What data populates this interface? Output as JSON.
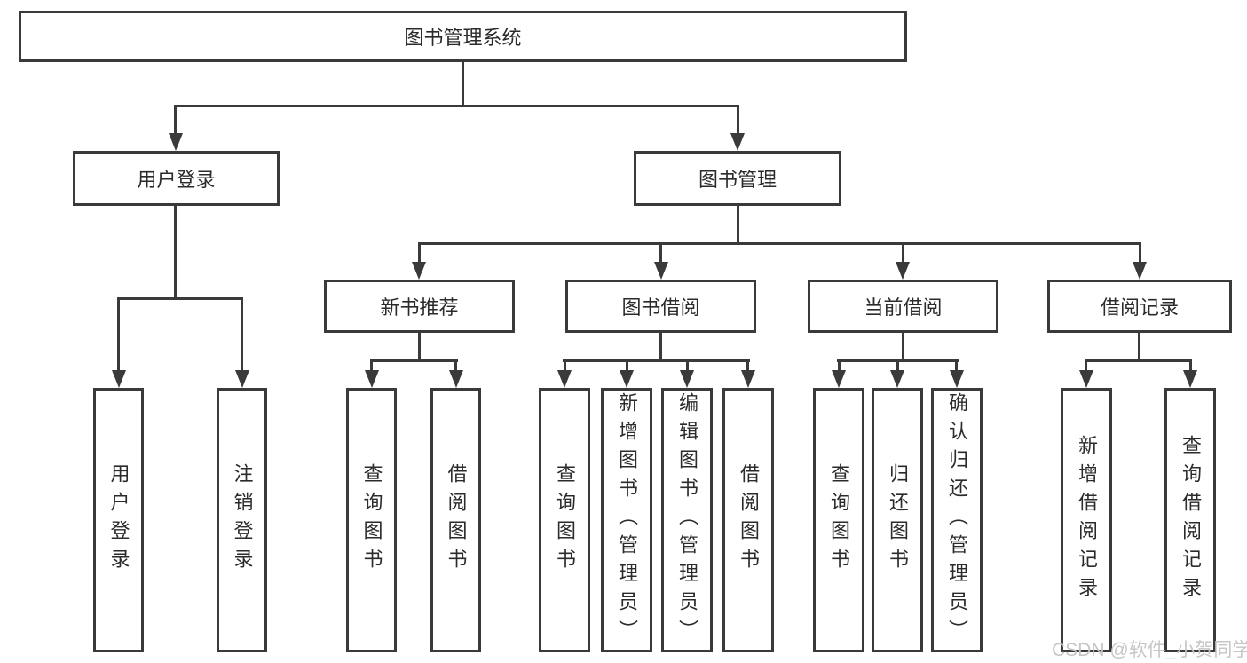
{
  "diagram": {
    "nodes": {
      "root": "图书管理系统",
      "user_login": "用户登录",
      "book_mgmt": "图书管理",
      "new_book_rec": "新书推荐",
      "book_borrow": "图书借阅",
      "current_borrow": "当前借阅",
      "borrow_record": "借阅记录",
      "leaf_user_login": "用户登录",
      "leaf_logout": "注销登录",
      "leaf_query_book_a": "查询图书",
      "leaf_borrow_book_a": "借阅图书",
      "leaf_query_book_b": "查询图书",
      "leaf_add_book_admin": "新增图书（管理员）",
      "leaf_edit_book_admin": "编辑图书（管理员）",
      "leaf_borrow_book_b": "借阅图书",
      "leaf_query_book_c": "查询图书",
      "leaf_return_book": "归还图书",
      "leaf_confirm_return_admin": "确认归还（管理员）",
      "leaf_add_borrow_record": "新增借阅记录",
      "leaf_query_borrow_record": "查询借阅记录"
    }
  },
  "watermark": {
    "text": "CSDN @软件_小贺同学",
    "color": "#c6c6c6"
  },
  "colors": {
    "line": "#3a3a3a",
    "box_border": "#3a3a3a",
    "text": "#2b2b2b",
    "background": "#ffffff"
  }
}
